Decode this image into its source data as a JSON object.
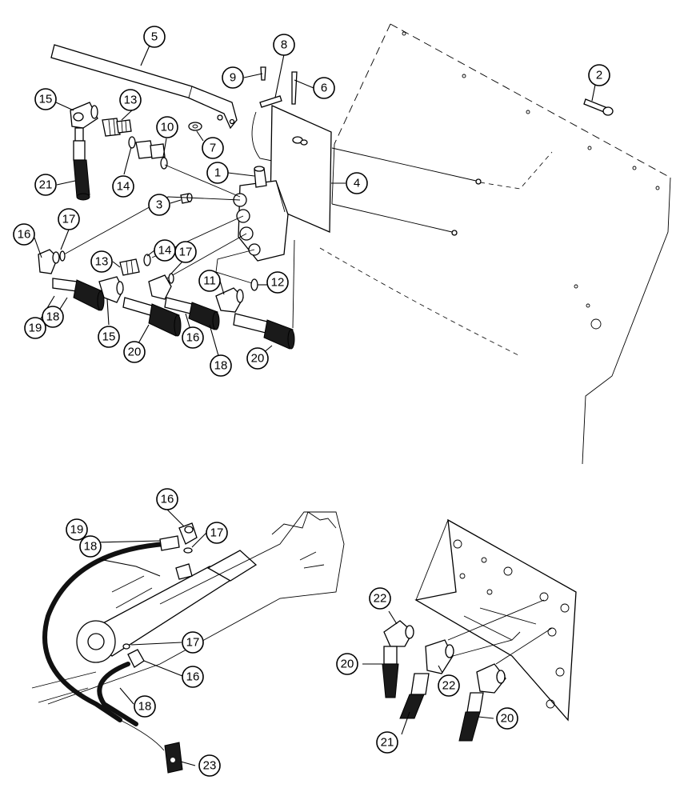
{
  "callouts": [
    {
      "id": "c1",
      "label": "1"
    },
    {
      "id": "c2",
      "label": "2"
    },
    {
      "id": "c3",
      "label": "3"
    },
    {
      "id": "c4",
      "label": "4"
    },
    {
      "id": "c5",
      "label": "5"
    },
    {
      "id": "c6",
      "label": "6"
    },
    {
      "id": "c7",
      "label": "7"
    },
    {
      "id": "c8",
      "label": "8"
    },
    {
      "id": "c9",
      "label": "9"
    },
    {
      "id": "c10",
      "label": "10"
    },
    {
      "id": "c11",
      "label": "11"
    },
    {
      "id": "c12",
      "label": "12"
    },
    {
      "id": "c13a",
      "label": "13"
    },
    {
      "id": "c13b",
      "label": "13"
    },
    {
      "id": "c14a",
      "label": "14"
    },
    {
      "id": "c14b",
      "label": "14"
    },
    {
      "id": "c15a",
      "label": "15"
    },
    {
      "id": "c15b",
      "label": "15"
    },
    {
      "id": "c16a",
      "label": "16"
    },
    {
      "id": "c16b",
      "label": "16"
    },
    {
      "id": "c16c",
      "label": "16"
    },
    {
      "id": "c16d",
      "label": "16"
    },
    {
      "id": "c17a",
      "label": "17"
    },
    {
      "id": "c17b",
      "label": "17"
    },
    {
      "id": "c17c",
      "label": "17"
    },
    {
      "id": "c17d",
      "label": "17"
    },
    {
      "id": "c18a",
      "label": "18"
    },
    {
      "id": "c18b",
      "label": "18"
    },
    {
      "id": "c18c",
      "label": "18"
    },
    {
      "id": "c18d",
      "label": "18"
    },
    {
      "id": "c19a",
      "label": "19"
    },
    {
      "id": "c19b",
      "label": "19"
    },
    {
      "id": "c20a",
      "label": "20"
    },
    {
      "id": "c20b",
      "label": "20"
    },
    {
      "id": "c20c",
      "label": "20"
    },
    {
      "id": "c20d",
      "label": "20"
    },
    {
      "id": "c21a",
      "label": "21"
    },
    {
      "id": "c21b",
      "label": "21"
    },
    {
      "id": "c22a",
      "label": "22"
    },
    {
      "id": "c22b",
      "label": "22"
    },
    {
      "id": "c23",
      "label": "23"
    }
  ]
}
